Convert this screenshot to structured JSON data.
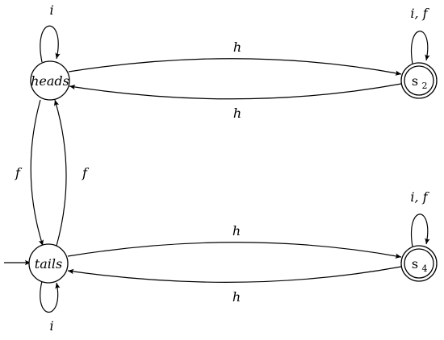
{
  "states": {
    "heads": "heads",
    "tails": "tails",
    "s2": {
      "base": "s",
      "sub": "2"
    },
    "s4": {
      "base": "s",
      "sub": "4"
    }
  },
  "transitions": {
    "heads_loop": "i",
    "tails_loop": "i",
    "s2_loop": "i, f",
    "s4_loop": "i, f",
    "heads_to_s2": "h",
    "s2_to_heads": "h",
    "tails_to_s4": "h",
    "s4_to_tails": "h",
    "heads_to_tails": "f",
    "tails_to_heads": "f"
  },
  "initial_state": "tails",
  "accepting_states": [
    "s2",
    "s4"
  ]
}
